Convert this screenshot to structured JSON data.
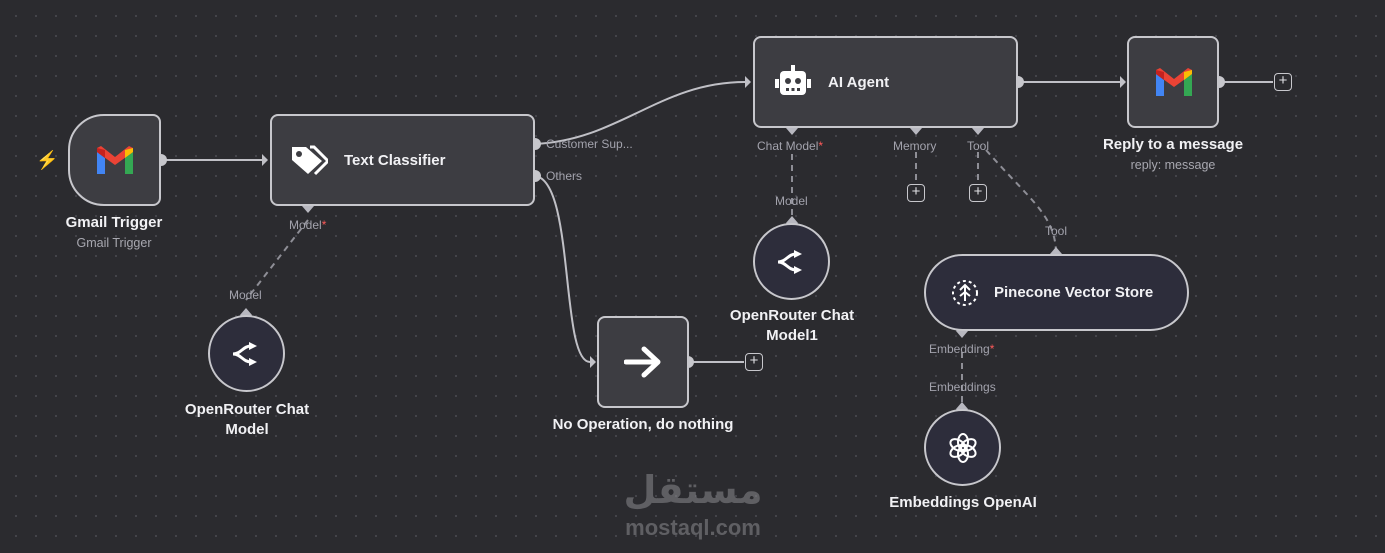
{
  "nodes": {
    "gmail_trigger": {
      "title": "Gmail Trigger",
      "subtitle": "Gmail Trigger",
      "icon": "gmail-icon"
    },
    "text_classifier": {
      "title": "Text Classifier",
      "icon": "tag-icon",
      "outputs": [
        "Customer Sup...",
        "Others"
      ],
      "model_port": "Model"
    },
    "ai_agent": {
      "title": "AI Agent",
      "icon": "robot-icon",
      "ports": {
        "chat_model": "Chat Model",
        "memory": "Memory",
        "tool": "Tool"
      }
    },
    "reply": {
      "title": "Reply to a message",
      "subtitle": "reply: message",
      "icon": "gmail-icon"
    },
    "noop": {
      "title": "No Operation, do nothing",
      "icon": "arrow-right-icon"
    },
    "openrouter1": {
      "title": "OpenRouter Chat Model",
      "port": "Model",
      "icon": "openrouter-icon"
    },
    "openrouter2": {
      "title": "OpenRouter Chat Model1",
      "port": "Model",
      "icon": "openrouter-icon"
    },
    "pinecone": {
      "title": "Pinecone Vector Store",
      "tool_port": "Tool",
      "embedding_port": "Embedding",
      "icon": "pinecone-icon"
    },
    "embeddings": {
      "title": "Embeddings OpenAI",
      "port": "Embeddings",
      "icon": "openai-icon"
    }
  },
  "required_mark": "*",
  "add_symbol": "+",
  "watermark": {
    "arabic": "مستقل",
    "latin": "mostaql.com"
  },
  "colors": {
    "canvas": "#2b2b2f",
    "node": "#3d3d42",
    "node_border": "#c7c7cc",
    "wire": "#c0c0c6",
    "required": "#ff5a5a",
    "trigger_bolt": "#ff4f4f"
  }
}
